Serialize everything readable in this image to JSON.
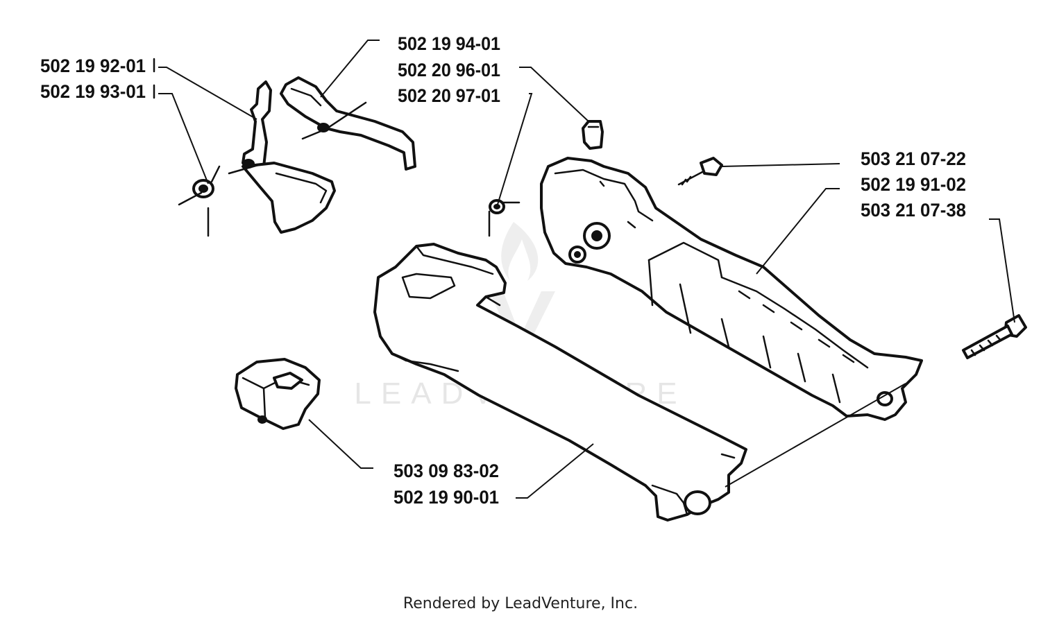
{
  "labels": {
    "l1": "502 19 92-01",
    "l2": "502 19 93-01",
    "l3": "502 19 94-01",
    "l4": "502 20 96-01",
    "l5": "502 20 97-01",
    "l6": "503 21 07-22",
    "l7": "502 19 91-02",
    "l8": "503 21 07-38",
    "l9": "503 09 83-02",
    "l10": "502 19 90-01"
  },
  "watermark": "LEADVENTURE",
  "footer": "Rendered by LeadVenture, Inc."
}
